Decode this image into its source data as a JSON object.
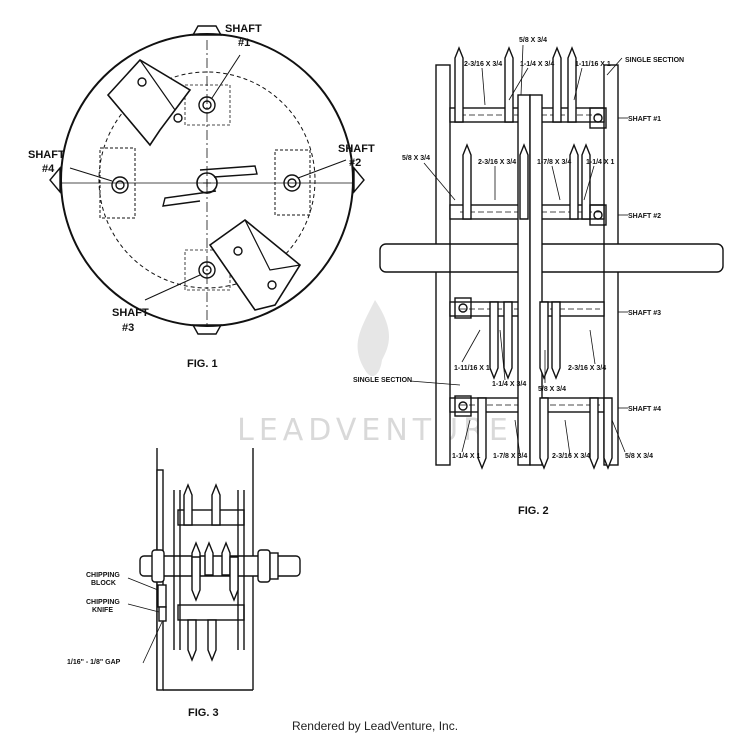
{
  "fig1": {
    "caption": "FIG. 1",
    "shaft1": [
      "SHAFT",
      "#1"
    ],
    "shaft2": [
      "SHAFT",
      "#2"
    ],
    "shaft3": [
      "SHAFT",
      "#3"
    ],
    "shaft4": [
      "SHAFT",
      "#4"
    ]
  },
  "fig2": {
    "caption": "FIG. 2",
    "single_section_top": "SINGLE SECTION",
    "single_section_mid": "SINGLE SECTION",
    "shaft_labels": [
      "SHAFT #1",
      "SHAFT #2",
      "SHAFT #3",
      "SHAFT #4"
    ],
    "row1": [
      "5/8 X 3/4",
      "2-3/16 X 3/4",
      "1-1/4 X 3/4",
      "1-11/16 X 1"
    ],
    "row2": [
      "5/8 X 3/4",
      "2-3/16 X 3/4",
      "1-7/8 X 3/4",
      "1-1/4 X 1"
    ],
    "row3": [
      "1-11/16 X 1",
      "1-1/4 X 3/4",
      "5/8 X 3/4",
      "2-3/16 X 3/4"
    ],
    "row4": [
      "1-1/4 X 1",
      "1-7/8 X 3/4",
      "2-3/16 X 3/4",
      "5/8 X 3/4"
    ]
  },
  "fig3": {
    "caption": "FIG. 3",
    "chipping_block": [
      "CHIPPING",
      "BLOCK"
    ],
    "chipping_knife": [
      "CHIPPING",
      "KNIFE"
    ],
    "gap": "1/16\" - 1/8\" GAP"
  },
  "watermark": "LEADVENTURE",
  "credit": "Rendered by LeadVenture, Inc."
}
